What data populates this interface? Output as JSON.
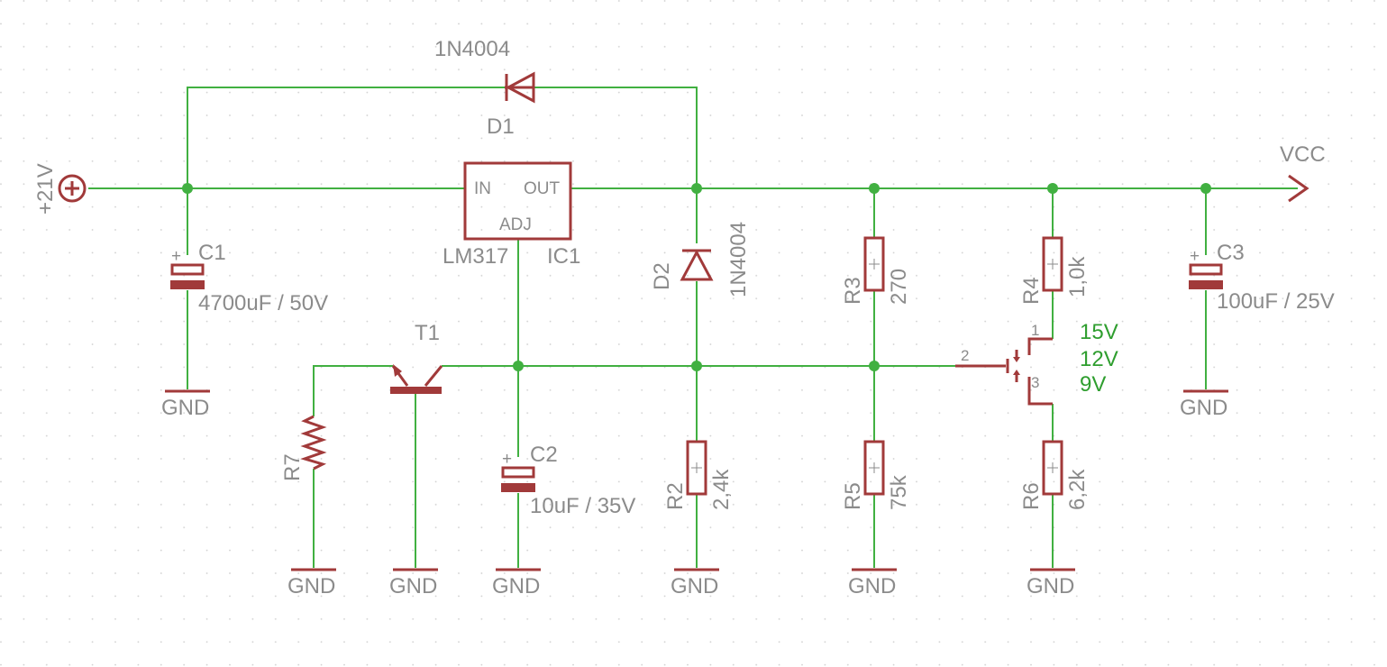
{
  "colors": {
    "wire": "#41b041",
    "component": "#a13a3a",
    "label": "#8b8b8b",
    "value_highlight": "#2f9e2f",
    "grid_dot": "#cfcfcf",
    "background": "#ffffff"
  },
  "supply": {
    "input": "+21V",
    "output": "VCC"
  },
  "regulator": {
    "name": "IC1",
    "value": "LM317",
    "pin_in": "IN",
    "pin_out": "OUT",
    "pin_adj": "ADJ"
  },
  "diodes": [
    {
      "name": "D1",
      "value": "1N4004"
    },
    {
      "name": "D2",
      "value": "1N4004"
    }
  ],
  "capacitors": [
    {
      "name": "C1",
      "value": "4700uF / 50V",
      "polarity": "+"
    },
    {
      "name": "C2",
      "value": "10uF / 35V",
      "polarity": "+"
    },
    {
      "name": "C3",
      "value": "100uF / 25V",
      "polarity": "+"
    }
  ],
  "resistors": [
    {
      "name": "R2",
      "value": "2,4k"
    },
    {
      "name": "R3",
      "value": "270"
    },
    {
      "name": "R4",
      "value": "1,0k"
    },
    {
      "name": "R5",
      "value": "75k"
    },
    {
      "name": "R6",
      "value": "6,2k"
    },
    {
      "name": "R7",
      "value": ""
    }
  ],
  "transistor": {
    "name": "T1"
  },
  "selector": {
    "pins": [
      "1",
      "2",
      "3"
    ],
    "options": [
      "15V",
      "12V",
      "9V"
    ]
  },
  "ground_label": "GND"
}
